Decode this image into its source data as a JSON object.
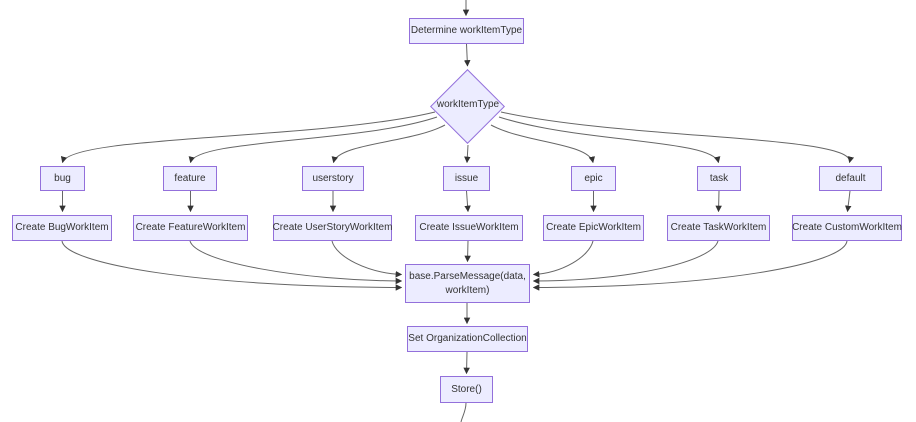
{
  "diagram": {
    "type": "flowchart",
    "nodes": {
      "determine": {
        "label": "Determine workItemType",
        "shape": "rect"
      },
      "decision": {
        "label": "workItemType",
        "shape": "diamond"
      },
      "branch_bug": {
        "label": "bug",
        "shape": "rect"
      },
      "branch_feature": {
        "label": "feature",
        "shape": "rect"
      },
      "branch_userstory": {
        "label": "userstory",
        "shape": "rect"
      },
      "branch_issue": {
        "label": "issue",
        "shape": "rect"
      },
      "branch_epic": {
        "label": "epic",
        "shape": "rect"
      },
      "branch_task": {
        "label": "task",
        "shape": "rect"
      },
      "branch_default": {
        "label": "default",
        "shape": "rect"
      },
      "create_bug": {
        "label": "Create BugWorkItem",
        "shape": "rect"
      },
      "create_feature": {
        "label": "Create FeatureWorkItem",
        "shape": "rect"
      },
      "create_userstory": {
        "label": "Create UserStoryWorkItem",
        "shape": "rect"
      },
      "create_issue": {
        "label": "Create IssueWorkItem",
        "shape": "rect"
      },
      "create_epic": {
        "label": "Create EpicWorkItem",
        "shape": "rect"
      },
      "create_task": {
        "label": "Create TaskWorkItem",
        "shape": "rect"
      },
      "create_custom": {
        "label": "Create CustomWorkItem",
        "shape": "rect"
      },
      "parse_message": {
        "label": "base.ParseMessage(data, workItem)",
        "shape": "rect"
      },
      "set_org": {
        "label": "Set OrganizationCollection",
        "shape": "rect"
      },
      "store": {
        "label": "Store()",
        "shape": "rect"
      }
    },
    "edges": [
      {
        "from": "(offscreen-top)",
        "to": "determine"
      },
      {
        "from": "determine",
        "to": "decision"
      },
      {
        "from": "decision",
        "to": "branch_bug"
      },
      {
        "from": "decision",
        "to": "branch_feature"
      },
      {
        "from": "decision",
        "to": "branch_userstory"
      },
      {
        "from": "decision",
        "to": "branch_issue"
      },
      {
        "from": "decision",
        "to": "branch_epic"
      },
      {
        "from": "decision",
        "to": "branch_task"
      },
      {
        "from": "decision",
        "to": "branch_default"
      },
      {
        "from": "branch_bug",
        "to": "create_bug"
      },
      {
        "from": "branch_feature",
        "to": "create_feature"
      },
      {
        "from": "branch_userstory",
        "to": "create_userstory"
      },
      {
        "from": "branch_issue",
        "to": "create_issue"
      },
      {
        "from": "branch_epic",
        "to": "create_epic"
      },
      {
        "from": "branch_task",
        "to": "create_task"
      },
      {
        "from": "branch_default",
        "to": "create_custom"
      },
      {
        "from": "create_bug",
        "to": "parse_message"
      },
      {
        "from": "create_feature",
        "to": "parse_message"
      },
      {
        "from": "create_userstory",
        "to": "parse_message"
      },
      {
        "from": "create_issue",
        "to": "parse_message"
      },
      {
        "from": "create_epic",
        "to": "parse_message"
      },
      {
        "from": "create_task",
        "to": "parse_message"
      },
      {
        "from": "create_custom",
        "to": "parse_message"
      },
      {
        "from": "parse_message",
        "to": "set_org"
      },
      {
        "from": "set_org",
        "to": "store"
      },
      {
        "from": "store",
        "to": "(offscreen-bottom)"
      }
    ],
    "colors": {
      "node_fill": "#ECECFF",
      "node_border": "#9370DB",
      "edge": "#666666",
      "arrowhead": "#333333",
      "text": "#333333",
      "background": "#FFFFFF"
    }
  }
}
